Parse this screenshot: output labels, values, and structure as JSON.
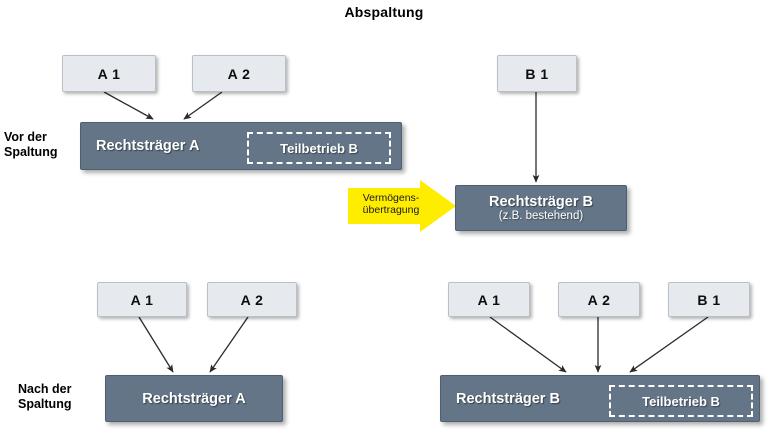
{
  "diagram": {
    "title": "Abspaltung",
    "type": "corporate-restructuring-diagram"
  },
  "phases": {
    "before": {
      "line1": "Vor der",
      "line2": "Spaltung"
    },
    "after": {
      "line1": "Nach der",
      "line2": "Spaltung"
    }
  },
  "transfer": {
    "caption_line1": "Vermögens-",
    "caption_line2": "übertragung",
    "color": "#ffed00"
  },
  "colors": {
    "entity_bar": "#637586",
    "node_box": "#e6eaee",
    "arrow": "#333333",
    "transfer_yellow": "#ffed00",
    "text_dark": "#000000",
    "text_light": "#ffffff"
  },
  "before": {
    "shareholders": [
      {
        "label": "A 1"
      },
      {
        "label": "A 2"
      },
      {
        "label": "B 1"
      }
    ],
    "entity_a": {
      "name": "Rechtsträger A",
      "subunit": "Teilbetrieb B"
    },
    "entity_b": {
      "name": "Rechtsträger B",
      "note": "(z.B. bestehend)"
    }
  },
  "after": {
    "left": {
      "shareholders": [
        {
          "label": "A 1"
        },
        {
          "label": "A 2"
        }
      ],
      "entity": {
        "name": "Rechtsträger A"
      }
    },
    "right": {
      "shareholders": [
        {
          "label": "A 1"
        },
        {
          "label": "A 2"
        },
        {
          "label": "B 1"
        }
      ],
      "entity": {
        "name": "Rechtsträger B",
        "subunit": "Teilbetrieb B"
      }
    }
  }
}
